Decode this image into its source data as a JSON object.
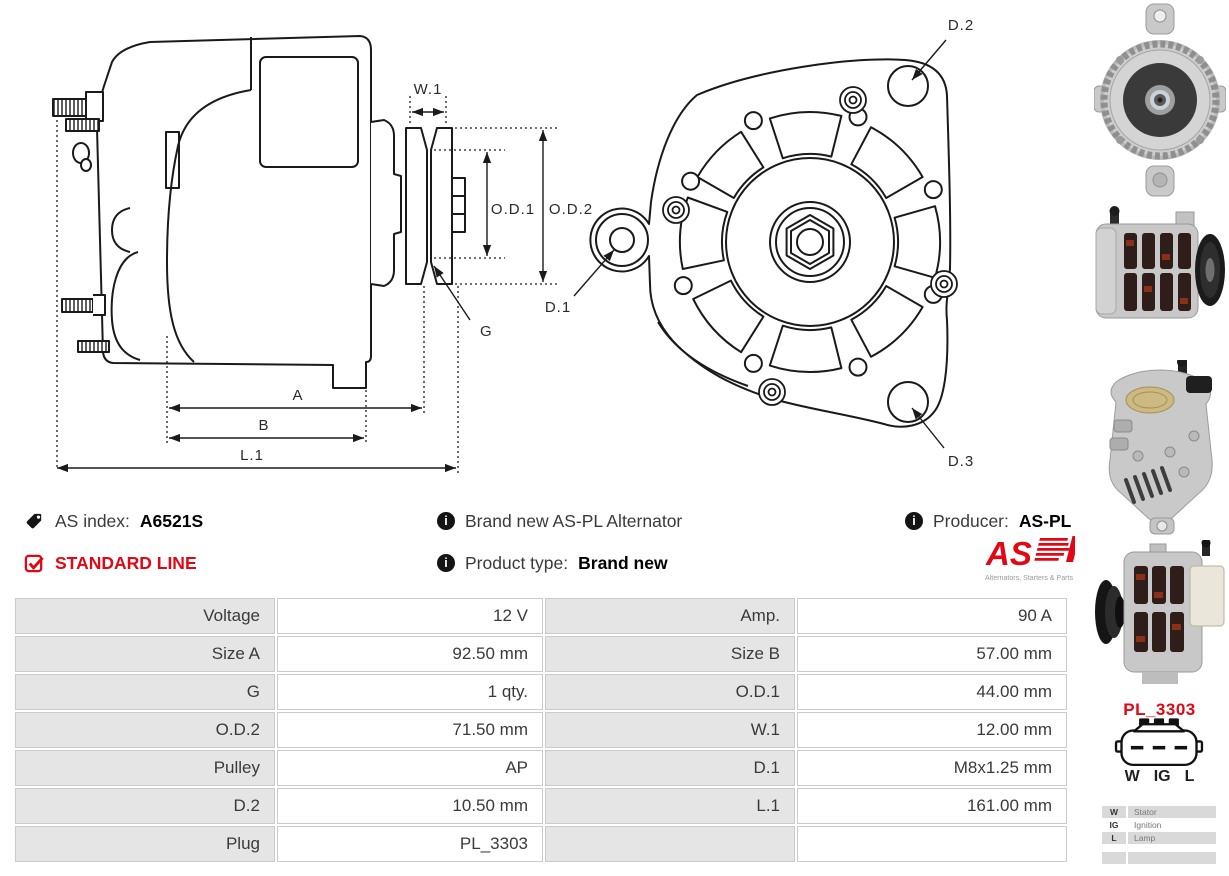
{
  "product": {
    "as_index_label": "AS index:",
    "as_index": "A6521S",
    "line": "STANDARD LINE",
    "brand_note": "Brand new AS-PL Alternator",
    "product_type_label": "Product type:",
    "product_type": "Brand new",
    "producer_label": "Producer:",
    "producer": "AS-PL"
  },
  "logo": {
    "text": "AS",
    "tagline": "Alternators, Starters & Parts"
  },
  "drawing": {
    "side_labels": {
      "w1": "W.1",
      "od1": "O.D.1",
      "od2": "O.D.2",
      "g": "G",
      "a": "A",
      "b": "B",
      "l1": "L.1"
    },
    "front_labels": {
      "d1": "D.1",
      "d2": "D.2",
      "d3": "D.3"
    }
  },
  "plug": {
    "code": "PL_3303",
    "pins": [
      "W",
      "IG",
      "L"
    ],
    "legend": [
      {
        "pin": "W",
        "desc": "Stator"
      },
      {
        "pin": "IG",
        "desc": "Ignition"
      },
      {
        "pin": "L",
        "desc": "Lamp"
      },
      {
        "pin": "",
        "desc": ""
      }
    ]
  },
  "spec_table": {
    "rows": [
      [
        "Voltage",
        "12 V",
        "Amp.",
        "90 A"
      ],
      [
        "Size A",
        "92.50 mm",
        "Size B",
        "57.00 mm"
      ],
      [
        "G",
        "1 qty.",
        "O.D.1",
        "44.00 mm"
      ],
      [
        "O.D.2",
        "71.50 mm",
        "W.1",
        "12.00 mm"
      ],
      [
        "Pulley",
        "AP",
        "D.1",
        "M8x1.25 mm"
      ],
      [
        "D.2",
        "10.50 mm",
        "L.1",
        "161.00 mm"
      ],
      [
        "Plug",
        "PL_3303",
        "",
        ""
      ]
    ]
  },
  "colors": {
    "accent_red": "#e30613",
    "text": "#3a3a3a",
    "table_label_bg": "#e5e5e5",
    "table_border": "#cbcbcb",
    "legend_bg": "#d9d9d9",
    "drawing_stroke": "#1a1a1a"
  }
}
